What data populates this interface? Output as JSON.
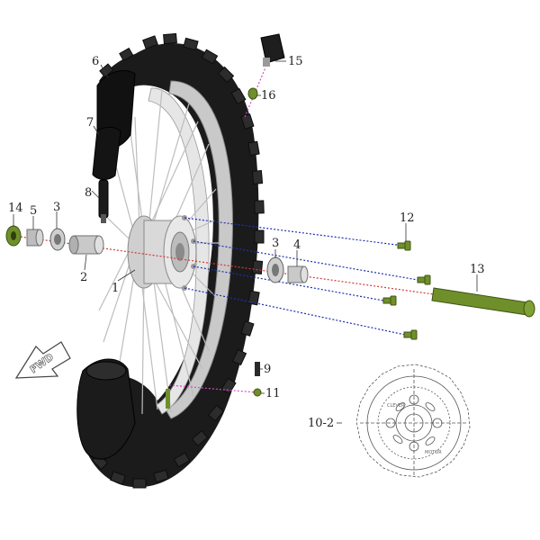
{
  "colors": {
    "tire": "#1b1b1b",
    "tread": "#2a2a2a",
    "rim": "#c9c9c9",
    "spoke": "#bdbdbd",
    "hub": "#d9d9d9",
    "part_green": "#6f8f2a",
    "part_grey": "#b5b5b5",
    "blue_line": "#1f2fb0",
    "red_line": "#d23a3a",
    "pink_line": "#d24cc4",
    "disc_line": "#555555"
  },
  "icons": {
    "fwd_arrow": "forward-arrow-icon"
  },
  "fwd_label": "FWD",
  "disc_text": [
    "CLEVER",
    "MOTOR"
  ],
  "callouts": {
    "c1": "1",
    "c2": "2",
    "c3a": "3",
    "c3b": "3",
    "c4": "4",
    "c5": "5",
    "c6": "6",
    "c7": "7",
    "c8": "8",
    "c9": "9",
    "c10_2": "10-2",
    "c11": "11",
    "c12": "12",
    "c13": "13",
    "c14": "14",
    "c15": "15",
    "c16": "16"
  }
}
